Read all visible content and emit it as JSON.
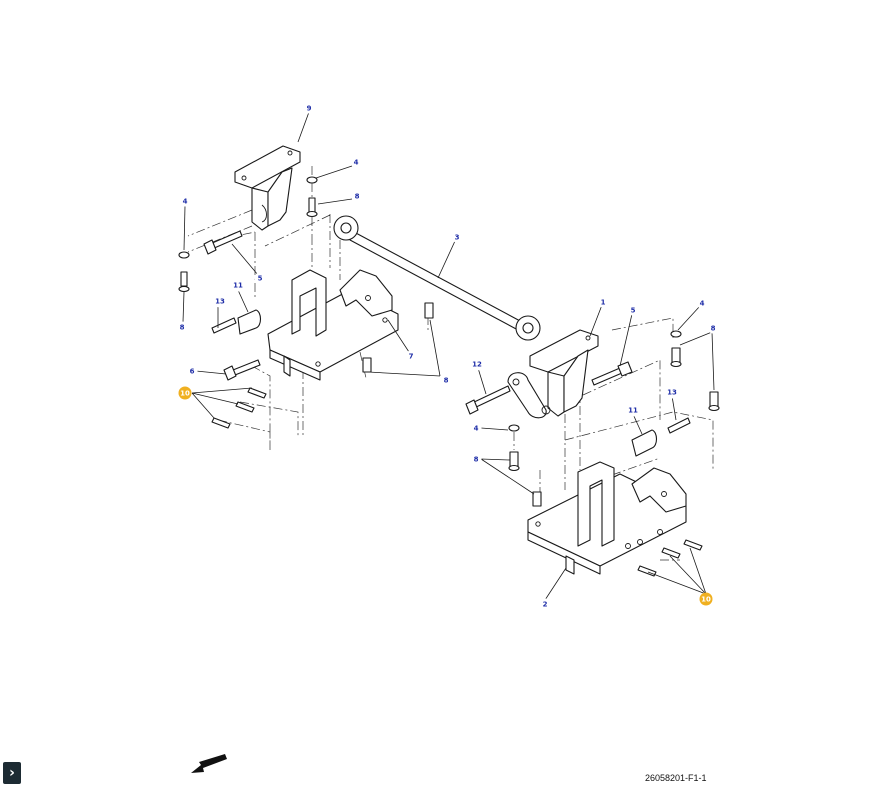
{
  "figure": {
    "id_label": "26058201-F1-1",
    "callouts": [
      {
        "label": "9",
        "highlight": false
      },
      {
        "label": "4",
        "highlight": false
      },
      {
        "label": "8",
        "highlight": false
      },
      {
        "label": "4",
        "highlight": false
      },
      {
        "label": "3",
        "highlight": false
      },
      {
        "label": "5",
        "highlight": false
      },
      {
        "label": "11",
        "highlight": false
      },
      {
        "label": "13",
        "highlight": false
      },
      {
        "label": "8",
        "highlight": false
      },
      {
        "label": "7",
        "highlight": false
      },
      {
        "label": "6",
        "highlight": false
      },
      {
        "label": "10",
        "highlight": true
      },
      {
        "label": "8",
        "highlight": false
      },
      {
        "label": "1",
        "highlight": false
      },
      {
        "label": "5",
        "highlight": false
      },
      {
        "label": "4",
        "highlight": false
      },
      {
        "label": "8",
        "highlight": false
      },
      {
        "label": "12",
        "highlight": false
      },
      {
        "label": "13",
        "highlight": false
      },
      {
        "label": "11",
        "highlight": false
      },
      {
        "label": "4",
        "highlight": false
      },
      {
        "label": "8",
        "highlight": false
      },
      {
        "label": "2",
        "highlight": false
      },
      {
        "label": "10",
        "highlight": true
      }
    ]
  },
  "controls": {
    "expand_icon": "chevron-right-icon",
    "direction_icon": "arrow-down-left-icon"
  },
  "colors": {
    "callout_text": "#1f2ea8",
    "callout_highlight": "#f0b020",
    "button_bg": "#1d2b33"
  }
}
